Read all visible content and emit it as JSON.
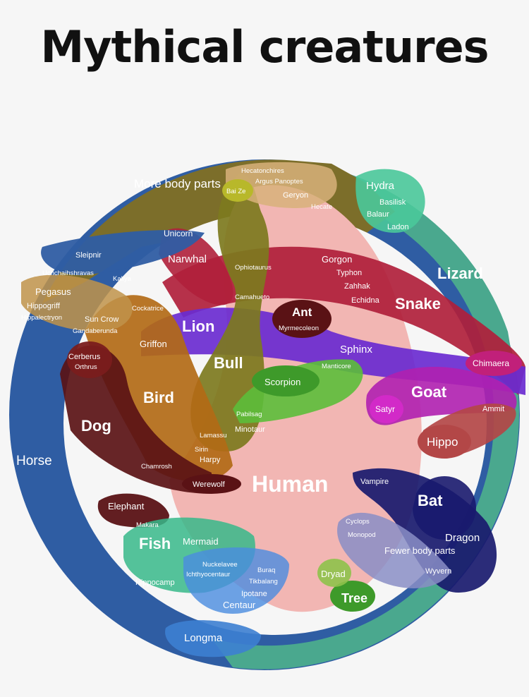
{
  "title": "Mythical creatures",
  "colors": {
    "background": "#f6f6f6",
    "outer_ring_horse": "#2f5da3",
    "lizard": "#4aa88e",
    "more_body_parts": "#7c6e2a",
    "human": "#f2b6b3",
    "snake": "#b0203b",
    "lion": "#6a2bd0",
    "bull": "#7d7a1e",
    "bird": "#b26a16",
    "dog": "#5a1215",
    "goat": "#b020b0",
    "hippo": "#b34747",
    "bat": "#191a6e",
    "fish": "#37b98a",
    "tree": "#3e9a2a",
    "scorpion": "#5cbe3a"
  },
  "groups": {
    "more_body_parts": "More body parts",
    "lizard": "Lizard",
    "snake": "Snake",
    "lion": "Lion",
    "ant": "Ant",
    "bull": "Bull",
    "bird": "Bird",
    "dog": "Dog",
    "horse": "Horse",
    "goat": "Goat",
    "hippo": "Hippo",
    "human": "Human",
    "bat": "Bat",
    "fish": "Fish",
    "tree": "Tree",
    "fewer_body_parts": "Fewer body parts"
  },
  "creatures": {
    "hecatonchires": "Hecatonchires",
    "argus_panoptes": "Argus Panoptes",
    "bai_ze": "Bai Ze",
    "geryon": "Geryon",
    "hecate": "Hecate",
    "hydra": "Hydra",
    "basilisk": "Basilisk",
    "balaur": "Balaur",
    "ladon": "Ladon",
    "unicorn": "Unicorn",
    "sleipnir": "Sleipnir",
    "narwhal": "Narwhal",
    "uchchaihshravas": "Uchchaihshravas",
    "kaliya": "Kaliya",
    "ophiotaurus": "Ophiotaurus",
    "gorgon": "Gorgon",
    "typhon": "Typhon",
    "zahhak": "Zahhak",
    "echidna": "Echidna",
    "pegasus": "Pegasus",
    "hippogriff": "Hippogriff",
    "hippalectryon": "Hippalectryon",
    "cockatrice": "Cockatrice",
    "camahueto": "Camahueto",
    "sun_crow": "Sun Crow",
    "gandaberunda": "Gandaberunda",
    "myrmecoleon": "Myrmecoleon",
    "griffon": "Griffon",
    "sphinx": "Sphinx",
    "cerberus": "Cerberus",
    "orthrus": "Orthrus",
    "manticore": "Manticore",
    "chimaera": "Chimaera",
    "scorpion": "Scorpion",
    "satyr": "Satyr",
    "ammit": "Ammit",
    "pabilsag": "Pabilsag",
    "minotaur": "Minotaur",
    "lamassu": "Lamassu",
    "sirin": "Sirin",
    "harpy": "Harpy",
    "chamrosh": "Chamrosh",
    "werewolf": "Werewolf",
    "vampire": "Vampire",
    "elephant": "Elephant",
    "makara": "Makara",
    "cyclops": "Cyclops",
    "monopod": "Monopod",
    "dragon": "Dragon",
    "mermaid": "Mermaid",
    "nuckelavee": "Nuckelavee",
    "ichthyocentaur": "Ichthyocentaur",
    "buraq": "Buraq",
    "tikbalang": "Tikbalang",
    "hippocamp": "Hippocamp",
    "ipotane": "Ipotane",
    "centaur": "Centaur",
    "dryad": "Dryad",
    "wyvern": "Wyvern",
    "longma": "Longma"
  }
}
